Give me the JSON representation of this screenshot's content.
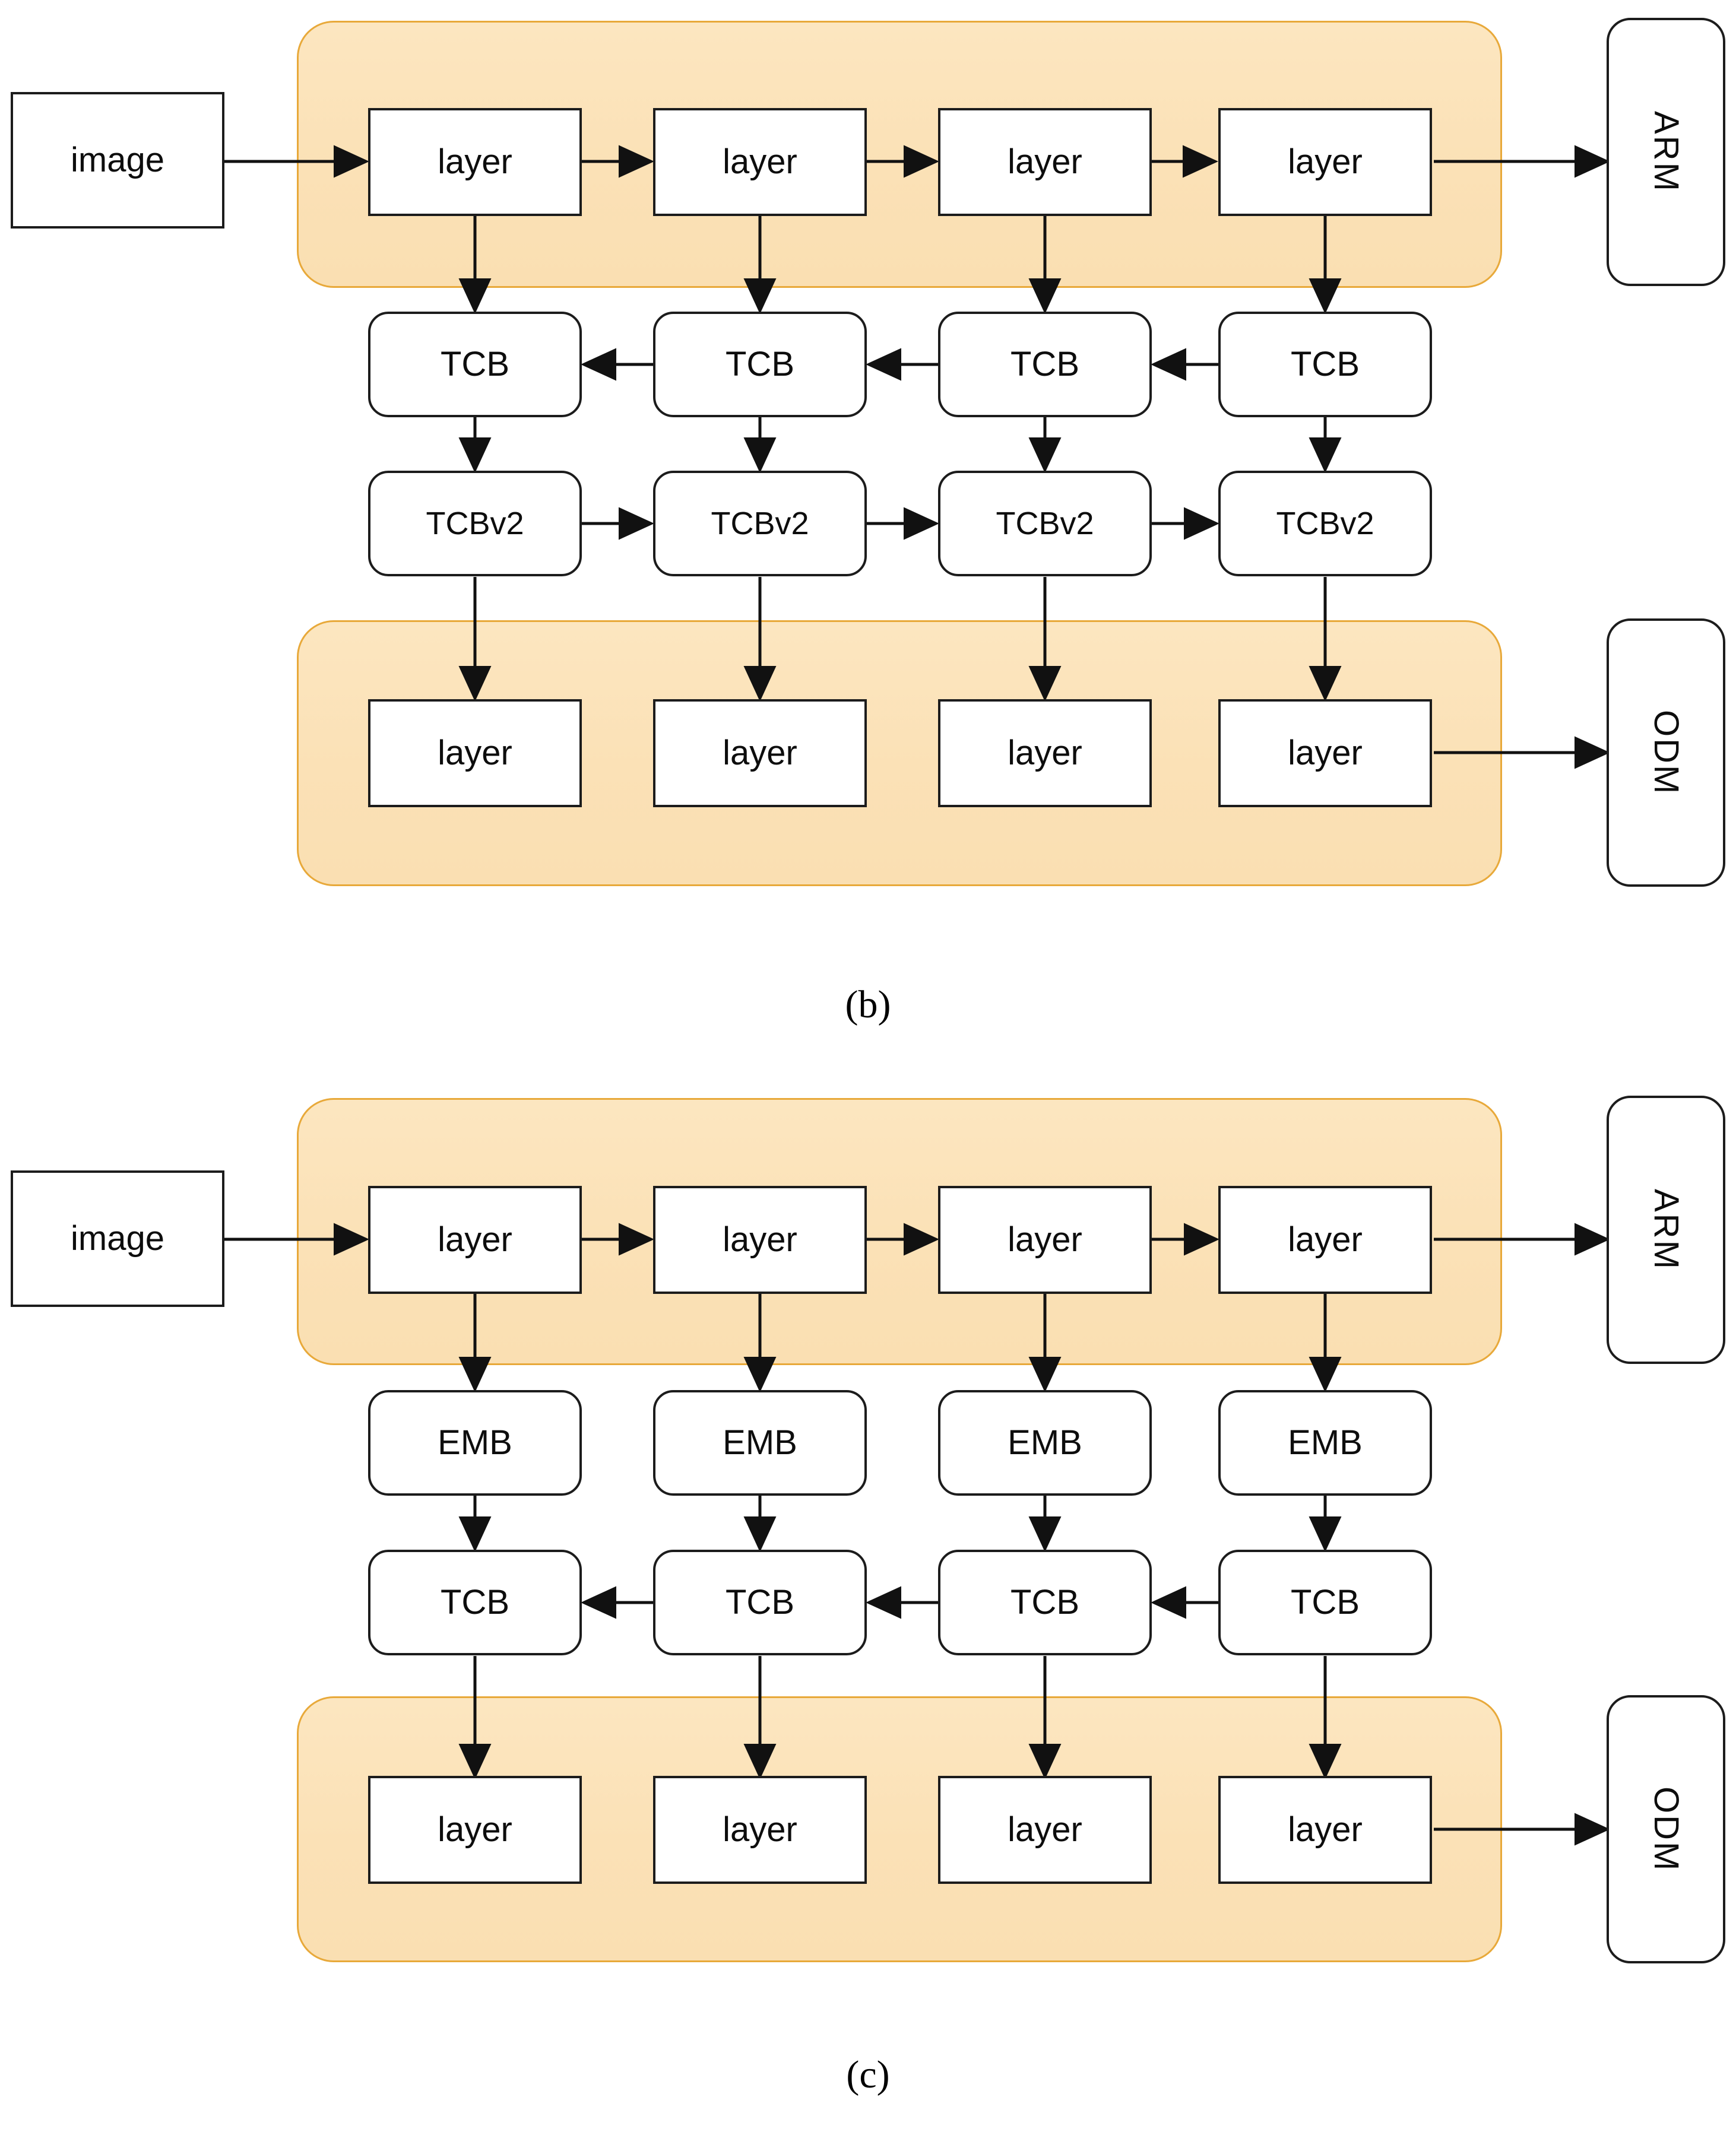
{
  "figure": {
    "panels": [
      {
        "id": "panel-b",
        "caption": "(b)",
        "input_node": {
          "label": "image"
        },
        "side_outputs": [
          {
            "label": "ARM"
          },
          {
            "label": "ODM"
          }
        ],
        "groups": [
          {
            "name": "backbone-group",
            "nodes": [
              {
                "label": "layer"
              },
              {
                "label": "layer"
              },
              {
                "label": "layer"
              },
              {
                "label": "layer"
              }
            ]
          },
          {
            "name": "detection-group",
            "nodes": [
              {
                "label": "layer"
              },
              {
                "label": "layer"
              },
              {
                "label": "layer"
              },
              {
                "label": "layer"
              }
            ]
          }
        ],
        "middle_rows": [
          {
            "name": "tcb-row",
            "direction": "right-to-left",
            "nodes": [
              {
                "label": "TCB"
              },
              {
                "label": "TCB"
              },
              {
                "label": "TCB"
              },
              {
                "label": "TCB"
              }
            ]
          },
          {
            "name": "tcbv2-row",
            "direction": "left-to-right",
            "nodes": [
              {
                "label": "TCBv2"
              },
              {
                "label": "TCBv2"
              },
              {
                "label": "TCBv2"
              },
              {
                "label": "TCBv2"
              }
            ]
          }
        ]
      },
      {
        "id": "panel-c",
        "caption": "(c)",
        "input_node": {
          "label": "image"
        },
        "side_outputs": [
          {
            "label": "ARM"
          },
          {
            "label": "ODM"
          }
        ],
        "groups": [
          {
            "name": "backbone-group",
            "nodes": [
              {
                "label": "layer"
              },
              {
                "label": "layer"
              },
              {
                "label": "layer"
              },
              {
                "label": "layer"
              }
            ]
          },
          {
            "name": "detection-group",
            "nodes": [
              {
                "label": "layer"
              },
              {
                "label": "layer"
              },
              {
                "label": "layer"
              },
              {
                "label": "layer"
              }
            ]
          }
        ],
        "middle_rows": [
          {
            "name": "emb-row",
            "direction": "none",
            "nodes": [
              {
                "label": "EMB"
              },
              {
                "label": "EMB"
              },
              {
                "label": "EMB"
              },
              {
                "label": "EMB"
              }
            ]
          },
          {
            "name": "tcb-row",
            "direction": "right-to-left",
            "nodes": [
              {
                "label": "TCB"
              },
              {
                "label": "TCB"
              },
              {
                "label": "TCB"
              },
              {
                "label": "TCB"
              }
            ]
          }
        ]
      }
    ],
    "colors": {
      "group_fill": "#fbe1b6",
      "group_border": "#e8a93a",
      "node_border": "#1c1c1c",
      "node_fill": "#ffffff",
      "arrow": "#111111",
      "text": "#0d0d0d"
    }
  }
}
